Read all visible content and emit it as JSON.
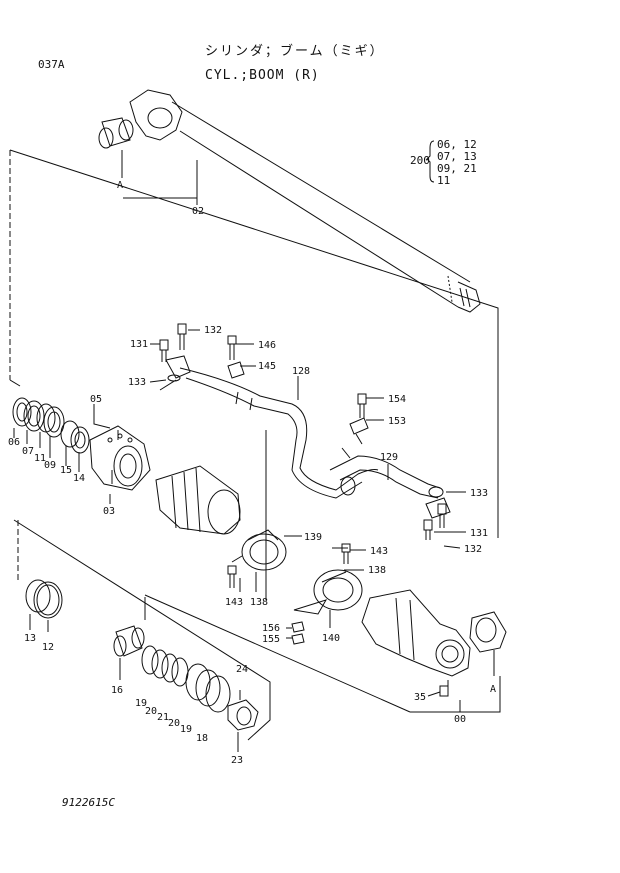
{
  "page_code": "037A",
  "title_jp": "シリンダ；ブーム（ミギ）",
  "title_en": "CYL.;BOOM (R)",
  "assembly": {
    "number": "200",
    "variants": [
      "06, 12",
      "07, 13",
      "09, 21",
      "11"
    ]
  },
  "view_marker": "A",
  "part_labels": {
    "p00": "00",
    "p02": "02",
    "p03": "03",
    "p05": "05",
    "p06": "06",
    "p07": "07",
    "p09": "09",
    "p11": "11",
    "p12": "12",
    "p13": "13",
    "p14": "14",
    "p15": "15",
    "p16": "16",
    "p18": "18",
    "p19a": "19",
    "p19b": "19",
    "p20a": "20",
    "p20b": "20",
    "p21": "21",
    "p23": "23",
    "p24": "24",
    "p35": "35",
    "p128": "128",
    "p129": "129",
    "p131a": "131",
    "p131b": "131",
    "p132a": "132",
    "p132b": "132",
    "p133a": "133",
    "p133b": "133",
    "p138a": "138",
    "p138b": "138",
    "p139": "139",
    "p140": "140",
    "p143a": "143",
    "p143b": "143",
    "p145": "145",
    "p146": "146",
    "p153": "153",
    "p154": "154",
    "p155": "155",
    "p156": "156"
  },
  "footer_code": "9122615C"
}
